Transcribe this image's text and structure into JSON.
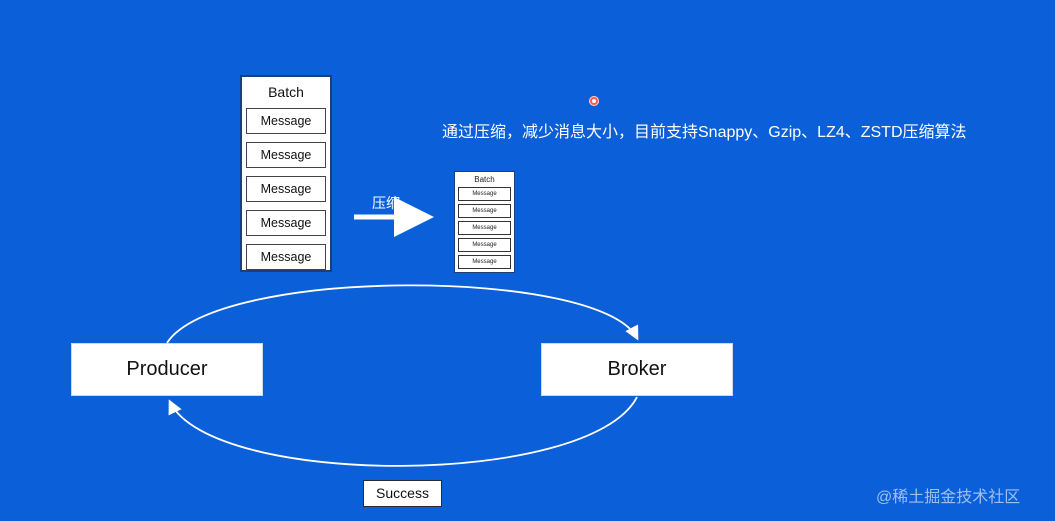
{
  "top_fragment": "............",
  "headline": "通过压缩，减少消息大小，目前支持Snappy、Gzip、LZ4、ZSTD压缩算法",
  "compress_label": "压缩",
  "batch_large": {
    "title": "Batch",
    "messages": [
      "Message",
      "Message",
      "Message",
      "Message",
      "Message"
    ]
  },
  "batch_small": {
    "title": "Batch",
    "messages": [
      "Message",
      "Message",
      "Message",
      "Message",
      "Message"
    ]
  },
  "producer_label": "Producer",
  "broker_label": "Broker",
  "success_label": "Success",
  "watermark": "@稀土掘金技术社区",
  "colors": {
    "background": "#0b5fd8",
    "box": "#ffffff",
    "line": "#ffffff",
    "record_dot": "#ff5a5a"
  }
}
